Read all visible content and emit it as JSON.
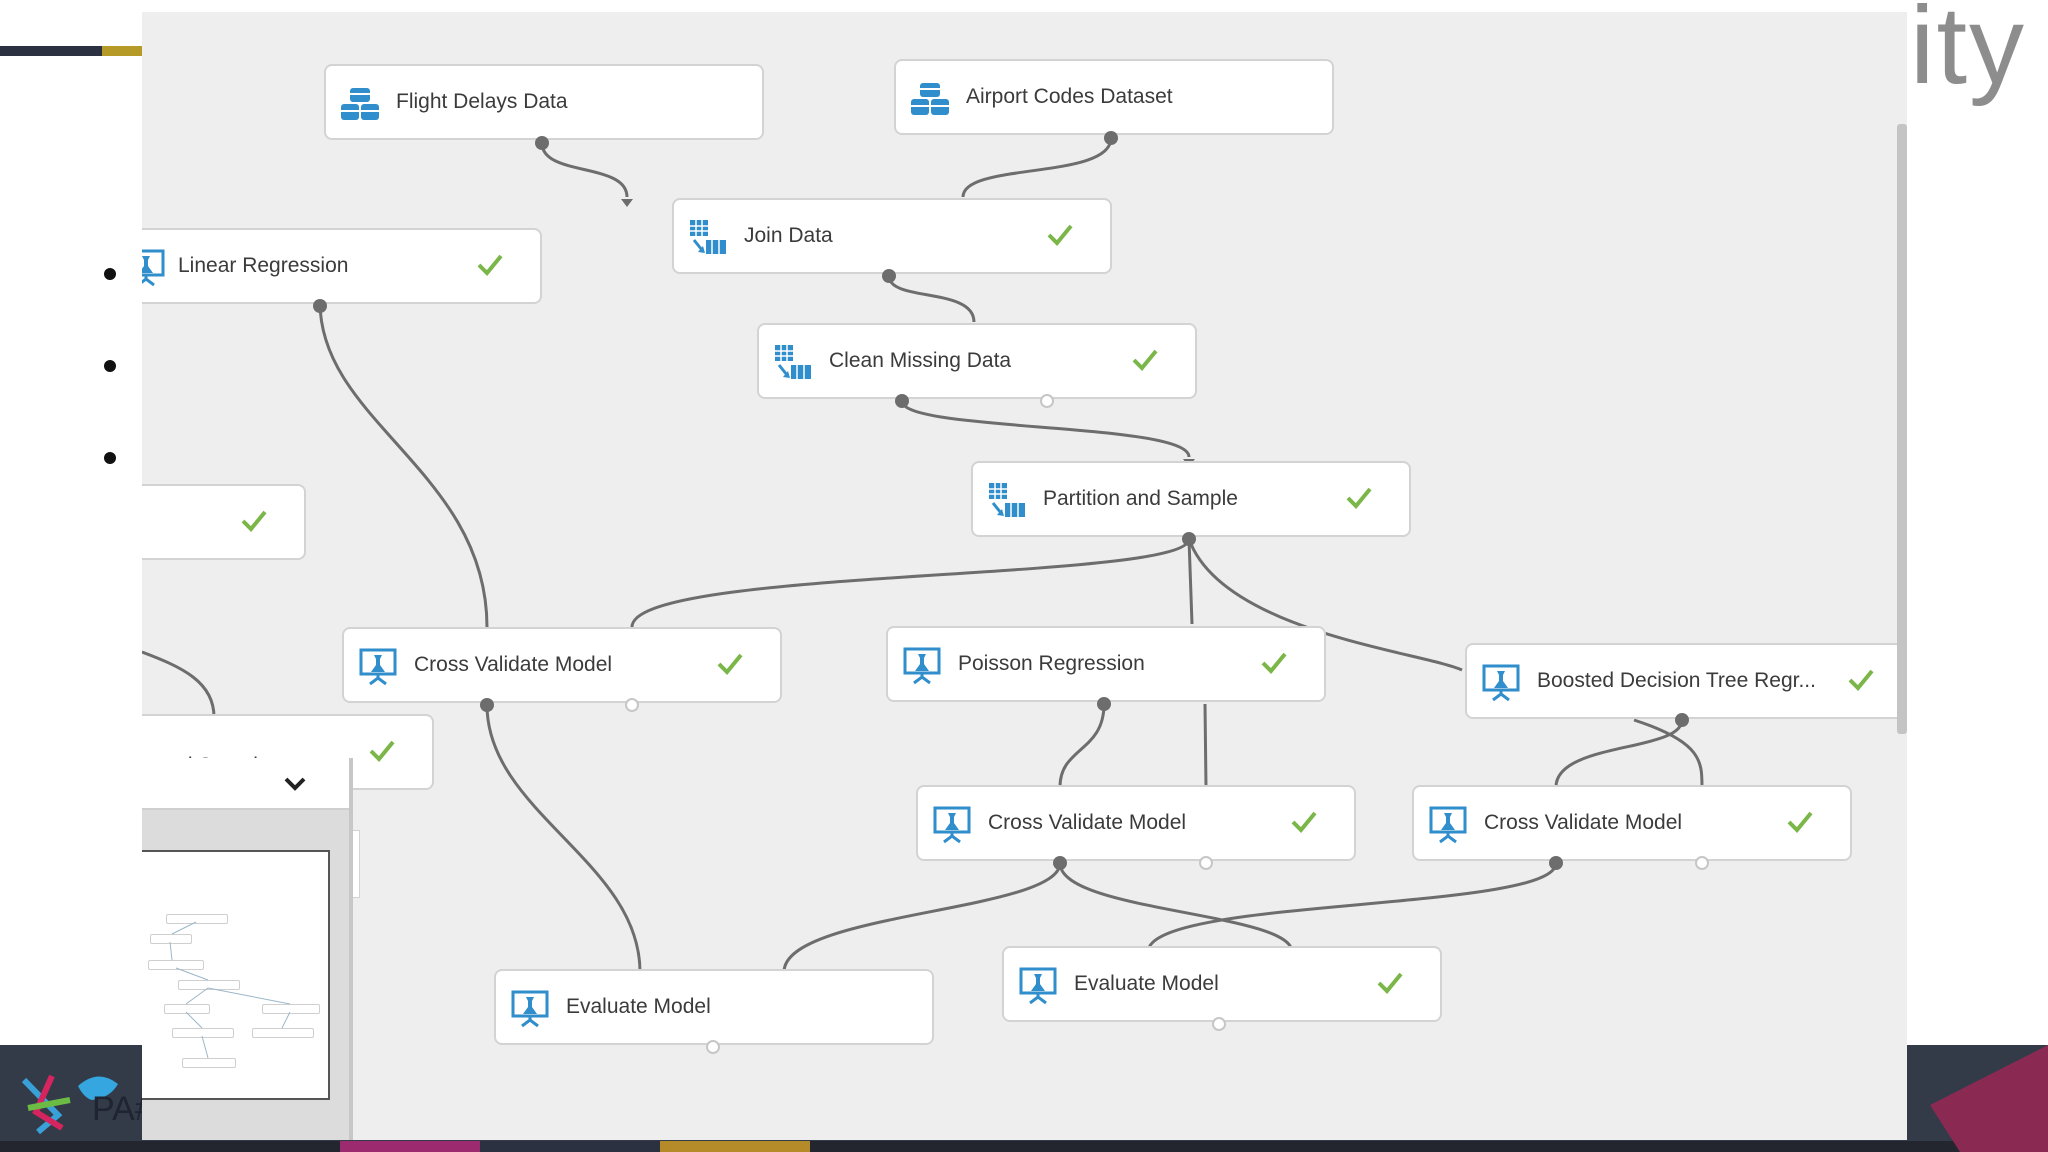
{
  "brand": {
    "text": "ity"
  },
  "footer": {
    "text": "PA#"
  },
  "nodes": {
    "flight_delays": "Flight Delays Data",
    "airport_codes": "Airport Codes Dataset",
    "join_data": "Join Data",
    "linear_regression": "Linear Regression",
    "clean_missing": "Clean Missing Data",
    "partition_sample": "Partition and Sample",
    "partition_sample_partial": "n and Sample",
    "cross_validate_1": "Cross Validate Model",
    "poisson_regression": "Poisson Regression",
    "boosted_tree": "Boosted Decision Tree Regr...",
    "cross_validate_2": "Cross Validate Model",
    "cross_validate_3": "Cross Validate Model",
    "evaluate_1": "Evaluate Model",
    "evaluate_2": "Evaluate Model"
  },
  "colors": {
    "check": "#7ab648",
    "icon": "#2f8ecb",
    "edge": "#6d6d6d",
    "canvas": "#eeeeee"
  },
  "icons": {
    "dataset": "database-icon",
    "transform": "table-transform-icon",
    "model": "model-flask-icon",
    "check": "checkmark-icon",
    "collapse": "chevron-down-icon"
  }
}
